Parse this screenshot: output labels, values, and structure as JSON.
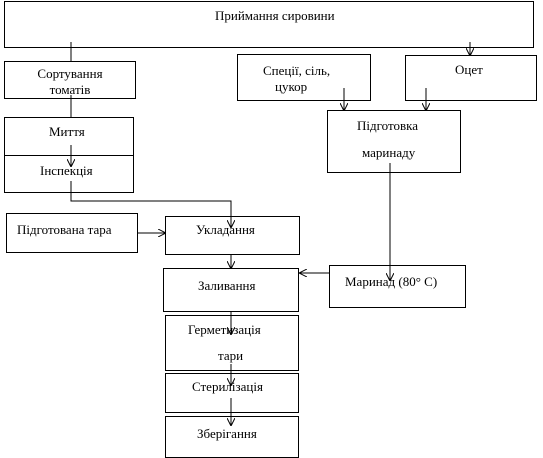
{
  "nodes": {
    "receiving": "Приймання сировини",
    "sorting_l1": "Сортування",
    "sorting_l2": "томатів",
    "spices_l1": "Спеції, сіль,",
    "spices_l2": "цукор",
    "vinegar": "Оцет",
    "washing": "Миття",
    "inspection": "Інспекція",
    "marinade_prep_l1": "Підготовка",
    "marinade_prep_l2": "маринаду",
    "prepared_container": "Підготована тара",
    "packing": "Укладання",
    "marinade": "Маринад (80° С)",
    "filling": "Заливання",
    "sealing_l1": "Герметизація",
    "sealing_l2": "тари",
    "sterilization": "Стерилізація",
    "storage": "Зберігання"
  }
}
